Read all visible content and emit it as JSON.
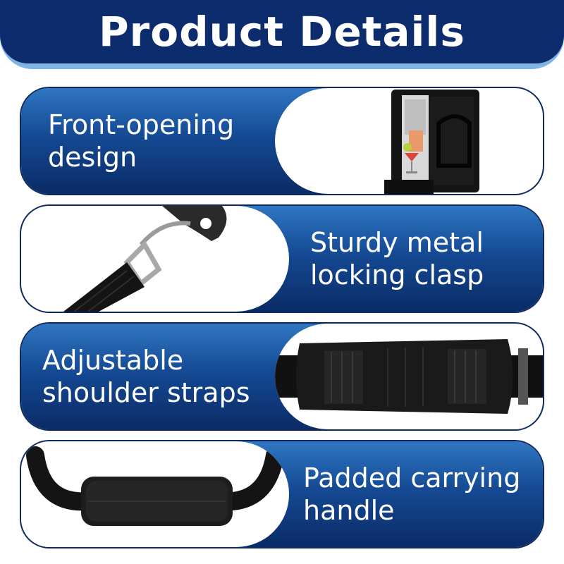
{
  "header": {
    "title": "Product Details"
  },
  "features": [
    {
      "line1": "Front-opening",
      "line2": "design",
      "image_icon": "bag-open-front-icon"
    },
    {
      "line1": "Sturdy metal",
      "line2": "locking clasp",
      "image_icon": "metal-clasp-icon"
    },
    {
      "line1": "Adjustable",
      "line2": "shoulder straps",
      "image_icon": "shoulder-pad-icon"
    },
    {
      "line1": "Padded carrying",
      "line2": "handle",
      "image_icon": "padded-handle-icon"
    }
  ],
  "colors": {
    "header": "#0c2c6e",
    "header_shadow": "#7fb4e6",
    "panel_top": "#2f76c2",
    "panel_bottom": "#0a2b66"
  }
}
